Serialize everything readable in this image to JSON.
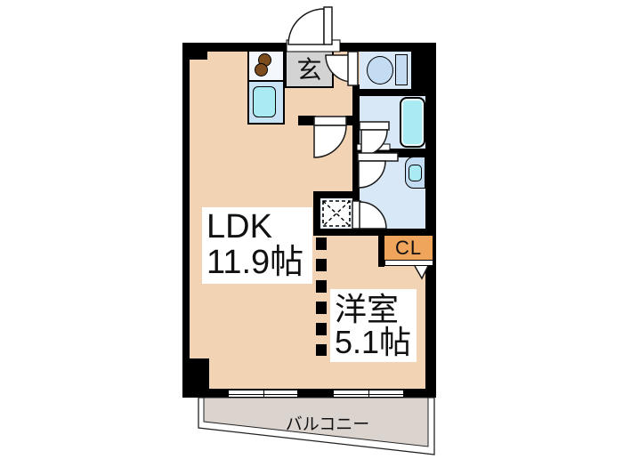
{
  "labels": {
    "ldk": "LDK",
    "ldk_size": "11.9帖",
    "western_room": "洋室",
    "western_room_size": "5.1帖",
    "closet": "CL",
    "entrance": "玄",
    "balcony": "バルコニー"
  },
  "colors": {
    "room_peach": "#F2D4B5",
    "wet_area_blue": "#D9E8F7",
    "nook_blue": "#EDF4FB",
    "fixture_blue": "#C3DCF2",
    "fixture_cyan": "#A9EAF3",
    "kitchen_blue": "#C8E3F5",
    "closet_orange": "#EFA55C",
    "entrance_gray": "#D3D3D3",
    "balcony_gray": "#DBD3CE",
    "stove_brown": "#7C4B1E",
    "wall_black": "#000000"
  }
}
